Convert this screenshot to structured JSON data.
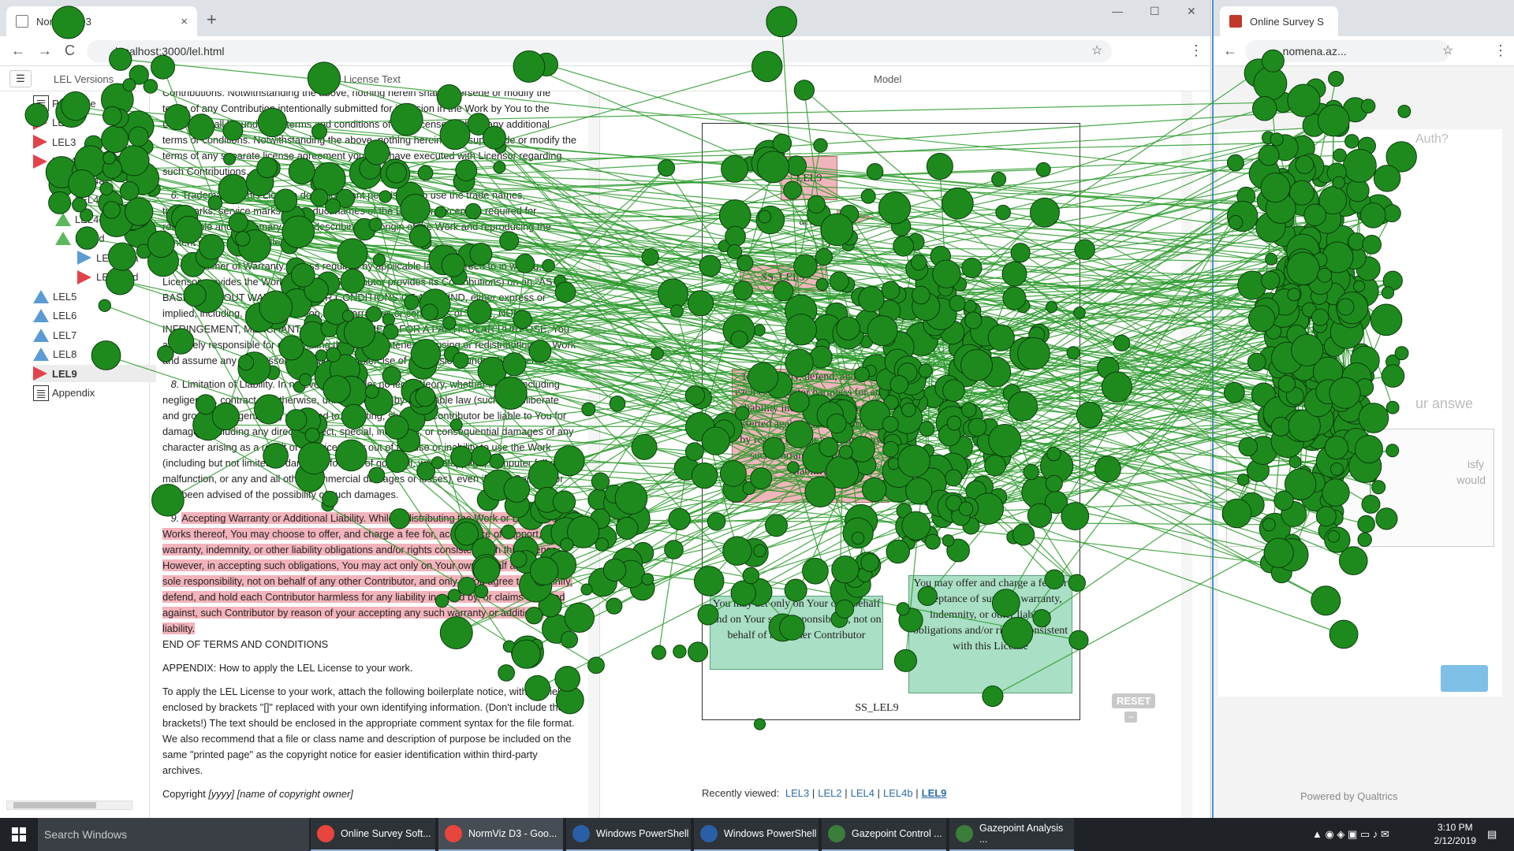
{
  "left_window": {
    "tab_title": "NormViz D3",
    "tab_close": "×",
    "new_tab": "+",
    "url": "localhost:3000/lel.html",
    "back": "←",
    "forward": "→",
    "reload": "C",
    "star": "☆",
    "menu": "⋮",
    "minimize": "—",
    "maximize": "☐",
    "close": "✕"
  },
  "app": {
    "headers": {
      "lel_versions": "LEL Versions",
      "license_text": "License Text",
      "model": "Model"
    },
    "menu_icon": "☰",
    "tree": [
      {
        "label": "Preamble",
        "icon": "doc",
        "indent": 0,
        "selected": false
      },
      {
        "label": "LEL2",
        "icon": "tri-right-red",
        "indent": 0,
        "selected": false
      },
      {
        "label": "LEL3",
        "icon": "tri-right-red",
        "indent": 0,
        "selected": false
      },
      {
        "label": "LEL4",
        "icon": "tri-right-red",
        "indent": 0,
        "selected": false
      },
      {
        "label": "LEL4a",
        "icon": "tri-up-green",
        "indent": 1,
        "selected": false
      },
      {
        "label": "LEL4b",
        "icon": "tri-up-red",
        "indent": 1,
        "selected": false
      },
      {
        "label": "LEL4c",
        "icon": "tri-up-green",
        "indent": 1,
        "selected": false
      },
      {
        "label": "LEL4d",
        "icon": "tri-up-green",
        "indent": 1,
        "selected": false
      },
      {
        "label": "LEL4dAa",
        "icon": "tri-right-blue",
        "indent": 2,
        "selected": false
      },
      {
        "label": "LEL4dAd",
        "icon": "tri-right-red",
        "indent": 2,
        "selected": false
      },
      {
        "label": "LEL5",
        "icon": "tri-up-blue",
        "indent": 0,
        "selected": false
      },
      {
        "label": "LEL6",
        "icon": "tri-up-blue",
        "indent": 0,
        "selected": false
      },
      {
        "label": "LEL7",
        "icon": "tri-up-blue",
        "indent": 0,
        "selected": false
      },
      {
        "label": "LEL8",
        "icon": "tri-up-blue",
        "indent": 0,
        "selected": false
      },
      {
        "label": "LEL9",
        "icon": "tri-right-red",
        "indent": 0,
        "selected": true
      },
      {
        "label": "Appendix",
        "icon": "doc",
        "indent": 0,
        "selected": false
      }
    ],
    "license": {
      "p0": "Contributions. Notwithstanding the above, nothing herein shall supersede or modify the terms of any Contribution intentionally submitted for inclusion in the Work by You to the Licensor shall be under the terms and conditions of this License, without any additional terms or conditions. Notwithstanding the above, nothing herein shall supersede or modify the terms of any separate license agreement you may have executed with Licensor regarding such Contributions.",
      "p6_num": "6.",
      "p6": "Trademarks. This License does not grant permission to use the trade names, trademarks, service marks, or product names of the Licensor, except as required for reasonable and customary use in describing the origin of the Work and reproducing the content of the NOTICE file.",
      "p7_num": "7.",
      "p7": "Disclaimer of Warranty. Unless required by applicable law or agreed to in writing, Licensor provides the Work (and each Contributor provides its Contributions) on an \"AS IS\" BASIS, WITHOUT WARRANTIES OR CONDITIONS OF ANY KIND, either express or implied, including, without limitation, any warranties or conditions of TITLE, NON-INFRINGEMENT, MERCHANTABILITY, or FITNESS FOR A PARTICULAR PURPOSE. You are solely responsible for determining the appropriateness of using or redistributing the Work and assume any risks associated with Your exercise of permissions under this License.",
      "p8_num": "8.",
      "p8": "Limitation of Liability. In no event and under no legal theory, whether in tort (including negligence), contract, or otherwise, unless required by applicable law (such as deliberate and grossly negligent acts) or agreed to in writing, shall any Contributor be liable to You for damages, including any direct, indirect, special, incidental, or consequential damages of any character arising as a result of this License or out of the use or inability to use the Work (including but not limited to damages for loss of goodwill, work stoppage, computer failure or malfunction, or any and all other commercial damages or losses), even if such Contributor has been advised of the possibility of such damages.",
      "p9_num": "9.",
      "p9_hl": "Accepting Warranty or Additional Liability. While redistributing the Work or Derivative Works thereof, You may choose to offer, and charge a fee for, acceptance of support, warranty, indemnity, or other liability obligations and/or rights consistent with this License. However, in accepting such obligations, You may act only on Your own behalf and on Your sole responsibility, not on behalf of any other Contributor, and only if You agree to indemnify, defend, and hold each Contributor harmless for any liability incurred by, or claims asserted against, such Contributor by reason of your accepting any such warranty or additional liability.",
      "end": "END OF TERMS AND CONDITIONS",
      "appendix_title": "APPENDIX: How to apply the LEL License to your work.",
      "appendix_body": "To apply the LEL License to your work, attach the following boilerplate notice, with the fields enclosed by brackets \"[]\" replaced with your own identifying information. (Don't include the brackets!) The text should be enclosed in the appropriate comment syntax for the file format. We also recommend that a file or class name and description of purpose be included on the same \"printed page\" as the copyright notice for easier identification within third-party archives.",
      "copyright_prefix": "Copyright ",
      "copyright_italic": "[yyyy] [name of copyright owner]"
    },
    "model": {
      "lel9_label": "LEL9",
      "activates_label": "activates",
      "ss_lel9_top": "SS_LEL9",
      "pink_text": "to indemnify, defend, and hold each Contributor harmless for any liability incurred by, or claims asserted against, such Contributor by reason of your accepting any such warranty or additional liability",
      "green_left_text": "You may act only on Your own behalf and on Your sole responsibility, not on behalf of any other Contributor",
      "green_right_text": "You may offer and charge a fee for acceptance of support, warranty, indemnity, or other liability obligations and/or rights consistent with this License",
      "ss_lel9_bottom": "SS_LEL9",
      "reset": "RESET",
      "minus": "−",
      "recently_viewed_label": "Recently viewed:",
      "recent": [
        "LEL3",
        "LEL2",
        "LEL4",
        "LEL4b",
        "LEL9"
      ]
    }
  },
  "right_window": {
    "tab_title": "Online Survey S",
    "url": "...nomena.az...",
    "question_fragment_1": "Auth?",
    "question_fragment_2": "ur answe",
    "textarea_fragment_1": "isfy",
    "textarea_fragment_2": "would",
    "powered_by": "Powered by Qualtrics"
  },
  "taskbar": {
    "search_placeholder": "Search Windows",
    "apps": [
      {
        "label": "Online Survey Soft...",
        "icon_color": "#e8453c",
        "active": false
      },
      {
        "label": "NormViz D3 - Goo...",
        "icon_color": "#e8453c",
        "active": true
      },
      {
        "label": "Windows PowerShell",
        "icon_color": "#2a5fa8",
        "active": false
      },
      {
        "label": "Windows PowerShell",
        "icon_color": "#2a5fa8",
        "active": false
      },
      {
        "label": "Gazepoint Control ...",
        "icon_color": "#3b7d3b",
        "active": false
      },
      {
        "label": "Gazepoint Analysis ...",
        "icon_color": "#3b7d3b",
        "active": false
      }
    ],
    "time": "3:10 PM",
    "date": "2/12/2019"
  },
  "gaze_overlay": {
    "fixation_color": "#1e8a1e",
    "saccade_color": "#2c9a2c",
    "fixation_count": 900
  }
}
